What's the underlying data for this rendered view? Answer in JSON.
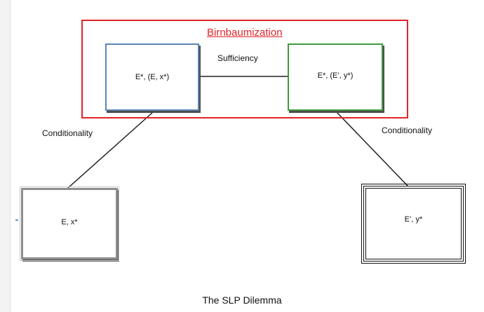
{
  "diagram": {
    "frame_title": "Birnbaumization",
    "edges": {
      "sufficiency": "Sufficiency",
      "conditionality_left": "Conditionality",
      "conditionality_right": "Conditionality"
    },
    "nodes": {
      "top_left": "E*, (E, x*)",
      "top_right": "E*, (E’, y*)",
      "bottom_left": "E, x*",
      "bottom_right": "E’, y*"
    },
    "caption": "The SLP Dilemma"
  },
  "colors": {
    "frame": "#e0242a",
    "top_left_border": "#5b86b8",
    "top_right_border": "#3f9a3f",
    "bottom_left_border": "#8e8e8e",
    "bottom_right_border": "#111111"
  }
}
